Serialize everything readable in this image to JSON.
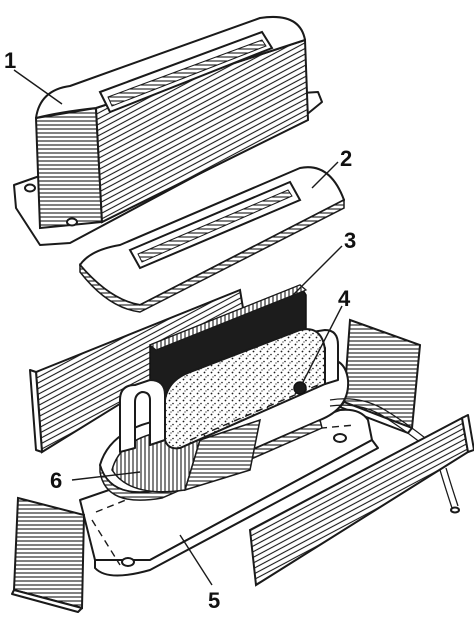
{
  "figure": {
    "callouts": [
      {
        "id": "1",
        "label": "1"
      },
      {
        "id": "2",
        "label": "2"
      },
      {
        "id": "3",
        "label": "3"
      },
      {
        "id": "4",
        "label": "4"
      },
      {
        "id": "5",
        "label": "5"
      },
      {
        "id": "6",
        "label": "6"
      }
    ]
  },
  "style": {
    "ink": "#1a1a1a",
    "paper": "#ffffff"
  }
}
